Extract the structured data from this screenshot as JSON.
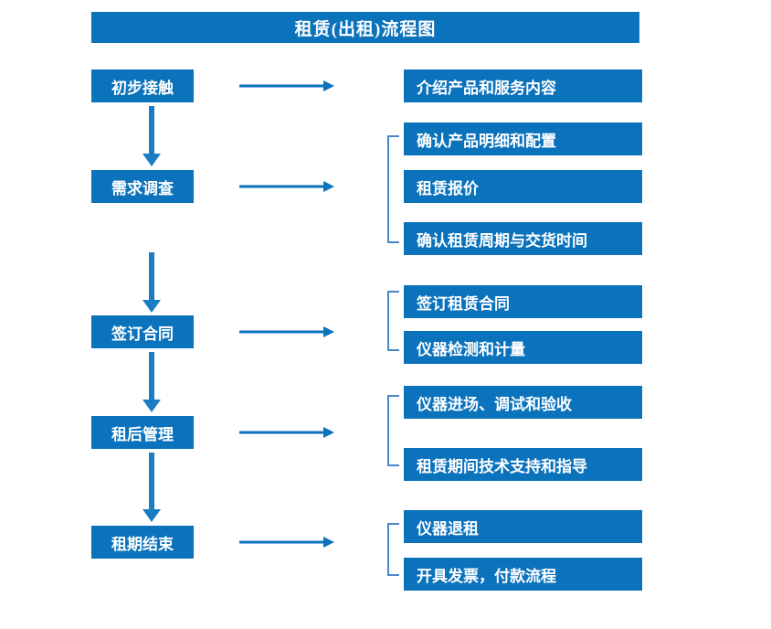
{
  "theme": {
    "primary_blue": "#0b72bc",
    "bracket_blue": "#4a86c8",
    "text_on_blue": "#ffffff",
    "background": "#ffffff"
  },
  "title": "租赁(出租)流程图",
  "stages": [
    {
      "id": "stage-1",
      "label": "初步接触"
    },
    {
      "id": "stage-2",
      "label": "需求调查"
    },
    {
      "id": "stage-3",
      "label": "签订合同"
    },
    {
      "id": "stage-4",
      "label": "租后管理"
    },
    {
      "id": "stage-5",
      "label": "租期结束"
    }
  ],
  "details": [
    {
      "id": "detail-1-1",
      "label": "介绍产品和服务内容",
      "stage": "初步接触"
    },
    {
      "id": "detail-2-1",
      "label": "确认产品明细和配置",
      "stage": "需求调查"
    },
    {
      "id": "detail-2-2",
      "label": "租赁报价",
      "stage": "需求调查"
    },
    {
      "id": "detail-2-3",
      "label": "确认租赁周期与交货时间",
      "stage": "需求调查"
    },
    {
      "id": "detail-3-1",
      "label": "签订租赁合同",
      "stage": "签订合同"
    },
    {
      "id": "detail-3-2",
      "label": "仪器检测和计量",
      "stage": "签订合同"
    },
    {
      "id": "detail-4-1",
      "label": "仪器进场、调试和验收",
      "stage": "租后管理"
    },
    {
      "id": "detail-4-2",
      "label": "租赁期间技术支持和指导",
      "stage": "租后管理"
    },
    {
      "id": "detail-5-1",
      "label": "仪器退租",
      "stage": "租期结束"
    },
    {
      "id": "detail-5-2",
      "label": "开具发票，付款流程",
      "stage": "租期结束"
    }
  ],
  "connectors": {
    "horizontal_arrow_count": 5,
    "vertical_arrow_count": 4,
    "bracket_count": 4
  }
}
